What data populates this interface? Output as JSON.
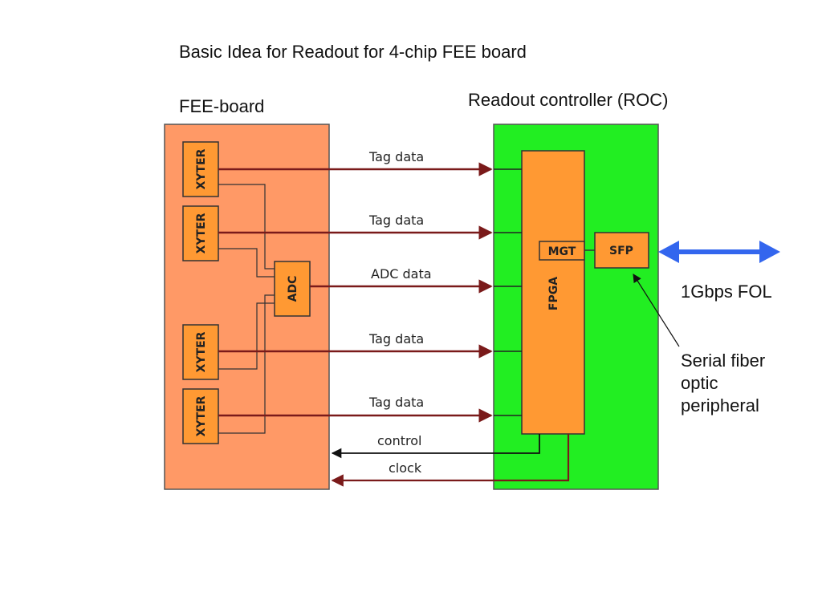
{
  "title": "Basic Idea for Readout for 4-chip FEE board",
  "fee_board": {
    "caption": "FEE-board",
    "chips": [
      "XYTER",
      "XYTER",
      "XYTER",
      "XYTER"
    ],
    "adc": "ADC"
  },
  "roc": {
    "caption": "Readout controller (ROC)",
    "fpga": "FPGA",
    "mgt": "MGT",
    "sfp": "SFP"
  },
  "links": {
    "tag1": "Tag data",
    "tag2": "Tag data",
    "adc": "ADC data",
    "tag3": "Tag data",
    "tag4": "Tag data",
    "control": "control",
    "clock": "clock"
  },
  "fol_label": "1Gbps FOL",
  "sfp_note": [
    "Serial fiber",
    "optic",
    "peripheral"
  ],
  "colors": {
    "fee_board": "#FF9966",
    "roc_board": "#22EE22",
    "component": "#FF9933",
    "data_arrow": "#7A1A1A",
    "control_arrow": "#111111",
    "fol_arrow": "#3366EE"
  }
}
